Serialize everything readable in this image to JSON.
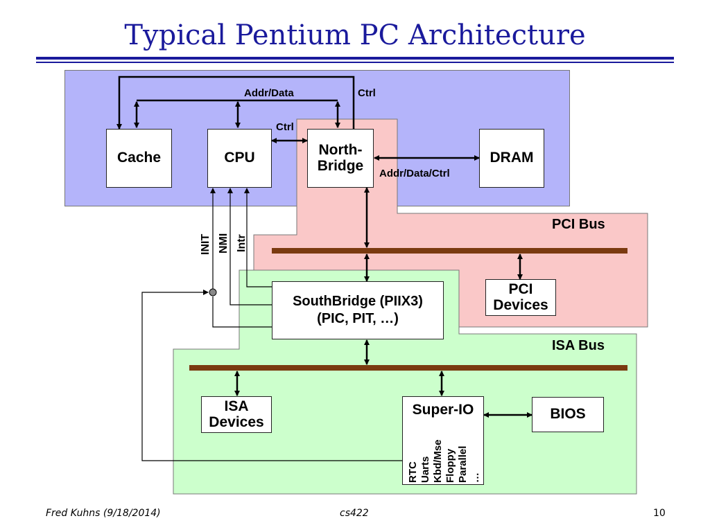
{
  "title": "Typical Pentium PC Architecture",
  "footer": {
    "author": "Fred Kuhns (9/18/2014)",
    "course": "cs422",
    "page": "10"
  },
  "colors": {
    "title": "#1a1a9c",
    "cpu_region": "#b4b4fa",
    "pci_region": "#fac8c8",
    "isa_region": "#ccffcc",
    "bus": "#7a3a10"
  },
  "nodes": {
    "cache": "Cache",
    "cpu": "CPU",
    "northbridge": [
      "North-",
      "Bridge"
    ],
    "dram": "DRAM",
    "southbridge": [
      "SouthBridge (PIIX3)",
      "(PIC, PIT, …)"
    ],
    "pci_devices": [
      "PCI",
      "Devices"
    ],
    "isa_devices": [
      "ISA",
      "Devices"
    ],
    "superio": "Super-IO",
    "bios": "BIOS",
    "superio_items": [
      "RTC",
      "Uarts",
      "Kbd/Mse",
      "Floppy",
      "Parallel",
      "…"
    ]
  },
  "buses": {
    "pci": "PCI Bus",
    "isa": "ISA Bus"
  },
  "edge_labels": {
    "addr_data": "Addr/Data",
    "ctrl_top": "Ctrl",
    "ctrl_cpu_nb": "Ctrl",
    "addr_data_ctrl": "Addr/Data/Ctrl",
    "init": "INIT",
    "nmi": "NMI",
    "intr": "Intr"
  }
}
